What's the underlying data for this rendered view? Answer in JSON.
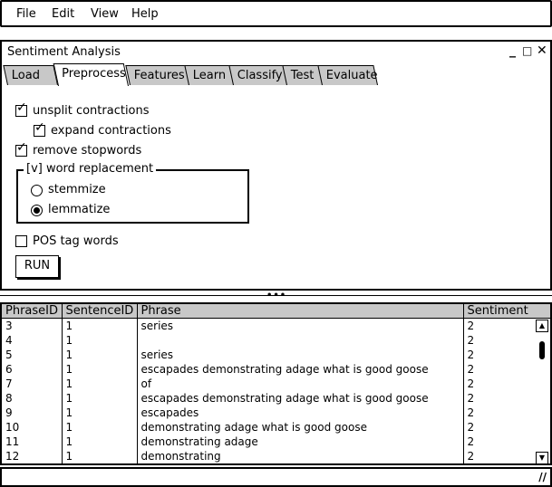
{
  "menu": {
    "items": [
      "File",
      "Edit",
      "View",
      "Help"
    ]
  },
  "window": {
    "title": "Sentiment Analysis",
    "controls": {
      "minimize": "_",
      "maximize": "□",
      "close": "✕"
    }
  },
  "tabs": [
    "Load",
    "Preprocess",
    "Features",
    "Learn",
    "Classify",
    "Test",
    "Evaluate"
  ],
  "active_tab": "Preprocess",
  "preprocess": {
    "unsplit_contractions": {
      "label": "unsplit contractions",
      "checked": true
    },
    "expand_contractions": {
      "label": "expand contractions",
      "checked": true
    },
    "remove_stopwords": {
      "label": "remove stopwords",
      "checked": true
    },
    "word_replacement": {
      "legend": "[v] word replacement",
      "options": [
        {
          "label": "stemmize",
          "selected": false
        },
        {
          "label": "lemmatize",
          "selected": true
        }
      ]
    },
    "pos_tag": {
      "label": "POS tag words",
      "checked": false
    },
    "run_label": "RUN"
  },
  "table": {
    "columns": [
      "PhraseID",
      "SentenceID",
      "Phrase",
      "Sentiment"
    ],
    "rows": [
      [
        "3",
        "1",
        "series",
        "2"
      ],
      [
        "4",
        "1",
        "",
        "2"
      ],
      [
        "5",
        "1",
        "series",
        "2"
      ],
      [
        "6",
        "1",
        "escapades demonstrating adage  what is good  goose",
        "2"
      ],
      [
        "7",
        "1",
        "of",
        "2"
      ],
      [
        "8",
        "1",
        "escapades demonstrating  adage  what is good  goose",
        "2"
      ],
      [
        "9",
        "1",
        "escapades",
        "2"
      ],
      [
        "10",
        "1",
        "demonstrating  adage  what is good   goose",
        "2"
      ],
      [
        "11",
        "1",
        "demonstrating  adage",
        "2"
      ],
      [
        "12",
        "1",
        "demonstrating",
        "2"
      ]
    ]
  },
  "icons": {
    "checkmark": "check-icon",
    "scroll_up": "scroll-up-icon",
    "scroll_down": "scroll-down-icon",
    "resize": "resize-grip-icon"
  }
}
